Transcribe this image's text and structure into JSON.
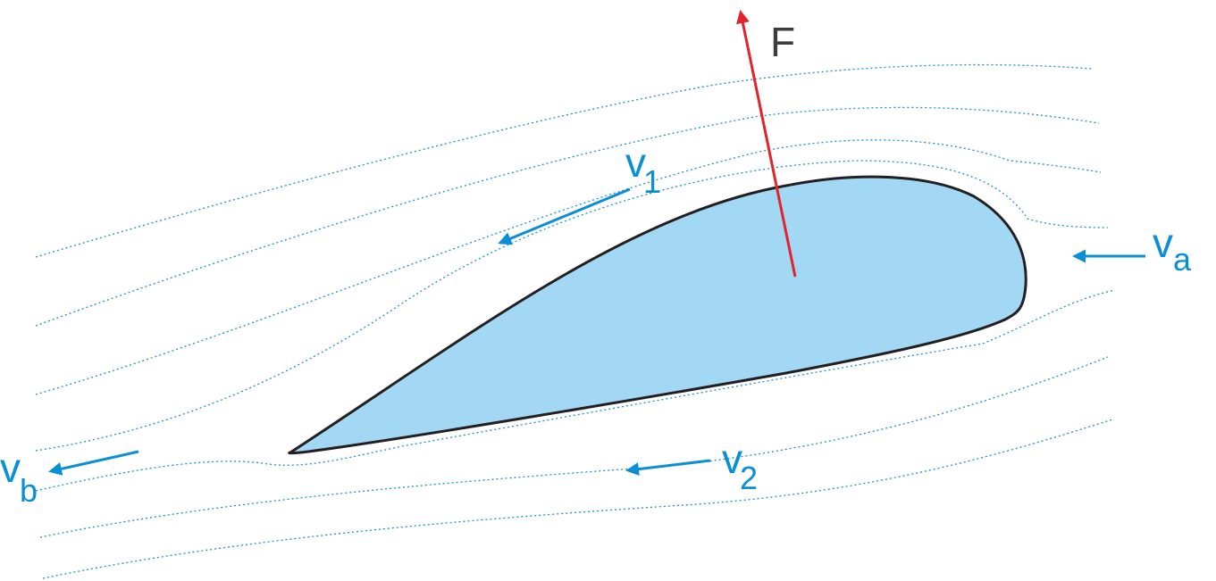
{
  "colors": {
    "airfoil_fill": "#a3d8f5",
    "airfoil_stroke": "#231f20",
    "streamline": "#1b8fd6",
    "velocity": "#0a8fd6",
    "force": "#e3232a",
    "force_label": "#3c3c3c"
  },
  "labels": {
    "force": "F",
    "v1_main": "v",
    "v1_sub": "1",
    "v2_main": "v",
    "v2_sub": "2",
    "va_main": "v",
    "va_sub": "a",
    "vb_main": "v",
    "vb_sub": "b"
  }
}
